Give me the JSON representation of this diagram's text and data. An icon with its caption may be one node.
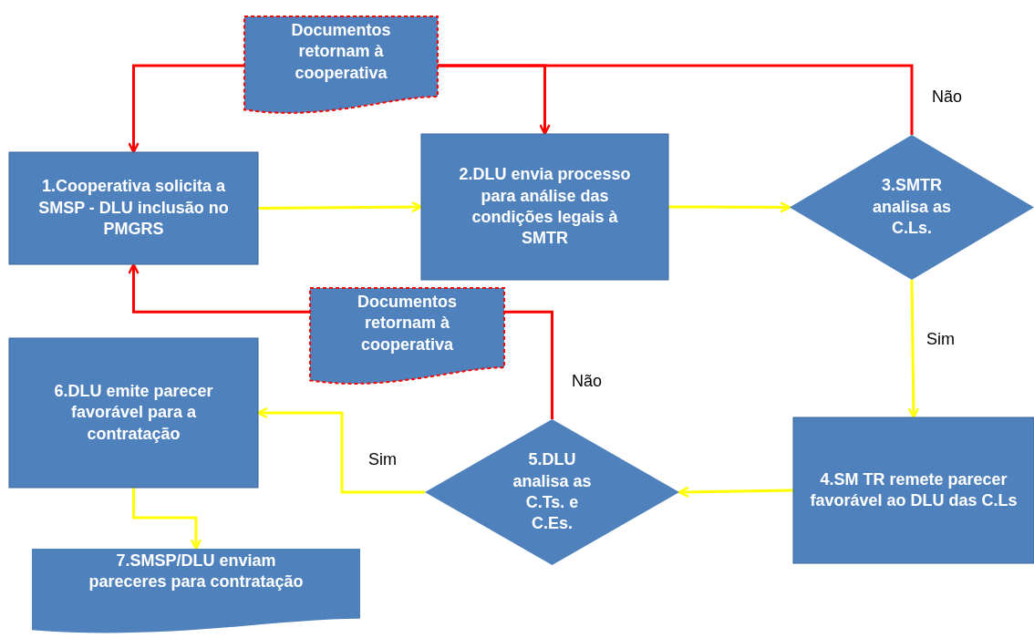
{
  "diagram": {
    "nodes": [
      {
        "text": [
          "Documentos retornam à cooperativa"
        ]
      },
      {
        "text": [
          "1.Cooperativa solicita a SMSP - DLU inclusão no PMGRS"
        ]
      },
      {
        "text": [
          "2.DLU envia processo para análise das condições legais à SMTR"
        ]
      },
      {
        "text": [
          "3.SMTR analisa as C.Ls."
        ]
      },
      {
        "text": [
          "Documentos retornam à cooperativa"
        ]
      },
      {
        "text": [
          "6.DLU emite parecer favorável para a contratação"
        ]
      },
      {
        "text": [
          "5.DLU analisa as C.Ts. e C.Es."
        ]
      },
      {
        "text": [
          "4.SM TR remete parecer favorável ao DLU das C.Ls"
        ]
      },
      {
        "text": [
          "7.SMSP/DLU enviam pareceres para contratação"
        ]
      }
    ],
    "edges": [
      {
        "from": 3,
        "to": 0,
        "arrow": "none",
        "label": "Não",
        "color": "#ff0000"
      },
      {
        "from": 0,
        "to": 1,
        "arrow": "to",
        "color": "#ff0000"
      },
      {
        "from": 0,
        "to": 2,
        "arrow": "to",
        "color": "#ff0000"
      },
      {
        "from": 6,
        "to": 4,
        "arrow": "none",
        "label": "Não",
        "color": "#ff0000"
      },
      {
        "from": 4,
        "to": 1,
        "arrow": "to",
        "color": "#ff0000"
      },
      {
        "from": 1,
        "to": 2,
        "arrow": "to"
      },
      {
        "from": 2,
        "to": 3,
        "arrow": "to"
      },
      {
        "from": 3,
        "to": 7,
        "arrow": "to",
        "label": "Sim"
      },
      {
        "from": 7,
        "to": 6,
        "arrow": "to"
      },
      {
        "from": 6,
        "to": 5,
        "arrow": "to",
        "label": "Sim"
      },
      {
        "from": 5,
        "to": 8,
        "arrow": "to"
      }
    ]
  }
}
